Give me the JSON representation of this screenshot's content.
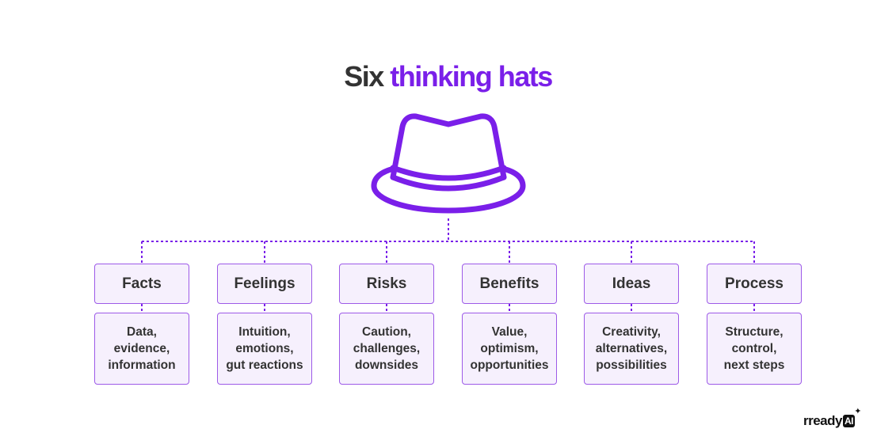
{
  "title": {
    "plain": "Six",
    "accent": "thinking hats"
  },
  "hats": [
    {
      "label": "Facts",
      "lines": [
        "Data,",
        "evidence,",
        "information"
      ]
    },
    {
      "label": "Feelings",
      "lines": [
        "Intuition,",
        "emotions,",
        "gut reactions"
      ]
    },
    {
      "label": "Risks",
      "lines": [
        "Caution,",
        "challenges,",
        "downsides"
      ]
    },
    {
      "label": "Benefits",
      "lines": [
        "Value,",
        "optimism,",
        "opportunities"
      ]
    },
    {
      "label": "Ideas",
      "lines": [
        "Creativity,",
        "alternatives,",
        "possibilities"
      ]
    },
    {
      "label": "Process",
      "lines": [
        "Structure,",
        "control,",
        "next steps"
      ]
    }
  ],
  "logo": {
    "text": "rready",
    "badge": "AI"
  },
  "colors": {
    "accent": "#7a1fe9",
    "card_fill": "#f6f0fd",
    "card_border": "#9d5ae8",
    "text": "#333333"
  },
  "icons": {
    "hat": "fedora-hat-icon",
    "logo_spark": "sparkle-icon"
  }
}
